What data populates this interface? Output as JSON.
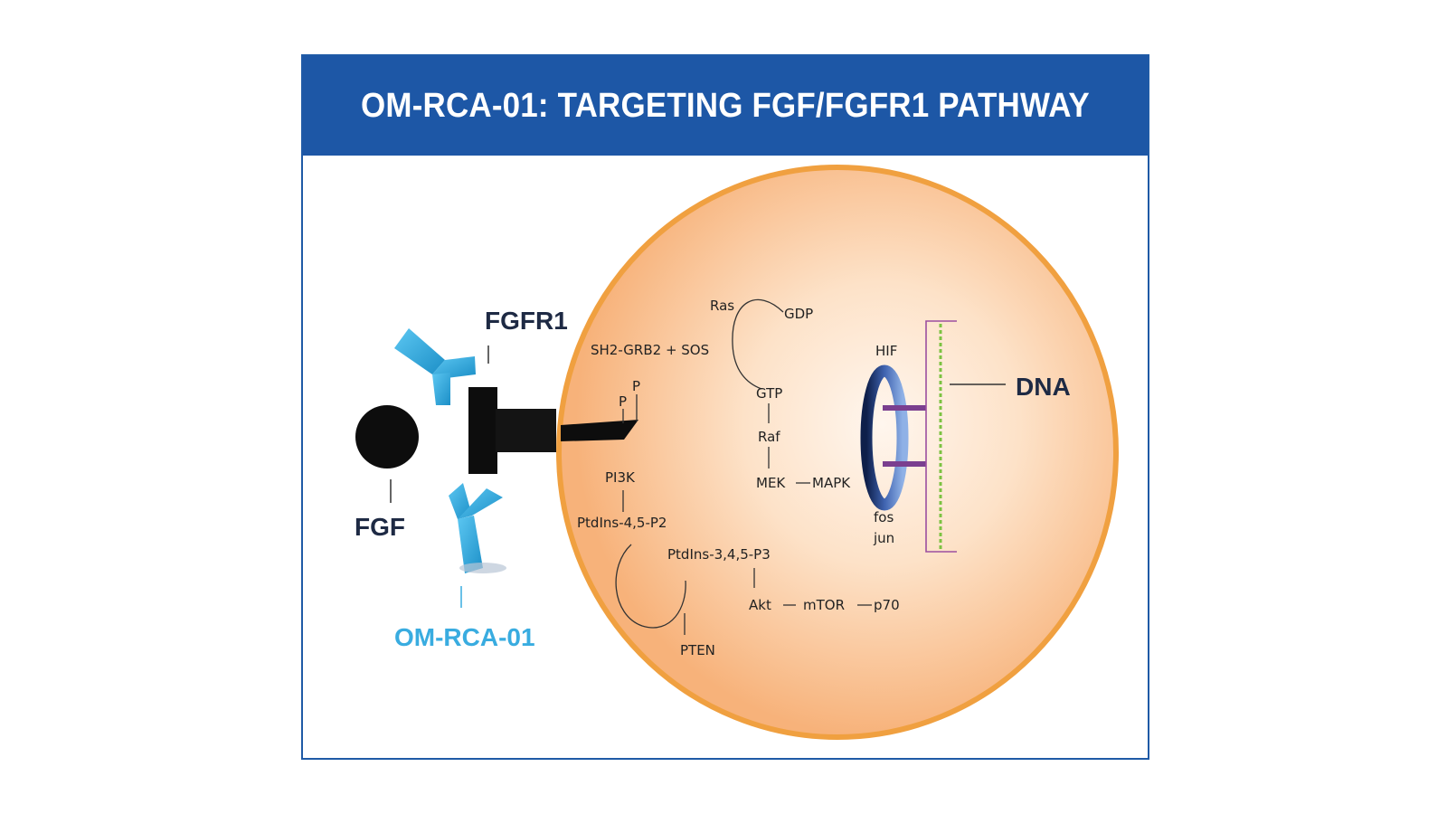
{
  "title": "OM-RCA-01: TARGETING FGF/FGFR1 PATHWAY",
  "labels": {
    "fgf": "FGF",
    "fgfr1": "FGFR1",
    "drug": "OM-RCA-01",
    "dna": "DNA",
    "ras": "Ras",
    "gdp": "GDP",
    "gtp": "GTP",
    "raf": "Raf",
    "mek": "MEK",
    "mapk": "MAPK",
    "sh2": "SH2-GRB2 + SOS",
    "p1": "P",
    "p2": "P",
    "pi3k": "PI3K",
    "ptdins45": "PtdIns-4,5-P2",
    "ptdins345": "PtdIns-3,4,5-P3",
    "pten": "PTEN",
    "akt": "Akt",
    "mtor": "mTOR",
    "p70": "p70",
    "hif": "HIF",
    "fos": "fos",
    "jun": "jun"
  },
  "colors": {
    "header": "#1d57a6",
    "cell_border": "#f0a040",
    "cell_fill": "#f9c89a",
    "antibody": "#39ace0",
    "dna_strand": "#7cc242",
    "dna_bracket": "#9b4fa0"
  }
}
